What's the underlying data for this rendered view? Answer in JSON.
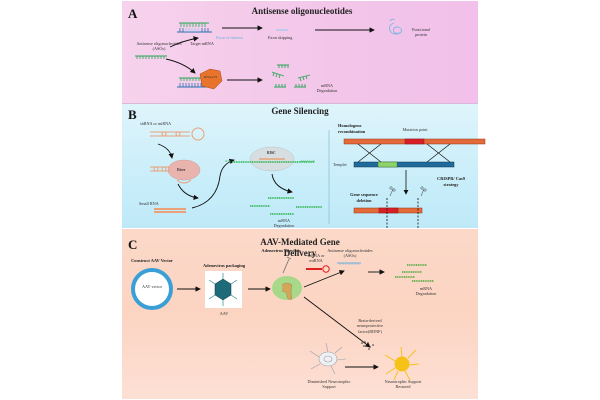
{
  "panels": {
    "a": {
      "letter": "A",
      "title": "Antisense oligonucleotides",
      "labels": {
        "asos": "Antisense oligonucleotides (ASOs)",
        "target_mrna": "Target mRNA",
        "exon_of_interest": "Exon of interest",
        "exon_skipping": "Exon skipping",
        "functional_protein": "Functional protein",
        "rnase_h": "RNase H",
        "mrna_degradation": "mRNA Degradation"
      },
      "colors": {
        "background": "#f4c8ea",
        "aso": "#2aa65a",
        "mrna": "#2a6fb0",
        "exon": "#8fc8ec",
        "rnase": "#e8732a"
      }
    },
    "b": {
      "letter": "B",
      "title": "Gene Silencing",
      "labels": {
        "shrna": "shRNA or miRNA",
        "dicer": "Dicer",
        "risc": "RISC",
        "small_rna": "Small RNA",
        "mrna_degradation": "mRNA Degradation",
        "m7g": "m7G",
        "polya": "AAAAAAA",
        "homologous": "Homologous recombination",
        "mutation_point": "Mutation point",
        "templet": "Templet",
        "crispr": "CRISPR/ Cas9 strategy",
        "gene_deletion": "Gene sequence deletion"
      },
      "colors": {
        "background": "#cdeffa",
        "hairpin": "#e9a27a",
        "dicer": "#e9b4ae",
        "green_rna": "#29b34a",
        "dna": "#e46a3a",
        "mutation": "#d81f26",
        "template": "#1f6a9a",
        "template_fix": "#8fd36b"
      }
    },
    "c": {
      "letter": "C",
      "title_line1": "AAV-Mediated Gene",
      "title_line2": "Delivery",
      "labels": {
        "construct": "Construct AAV Vector",
        "aav_vector": "AAV vector",
        "packaging": "Adenovirus packaging",
        "aav": "AAV",
        "injection": "Adenovirus injection",
        "shrna": "shRNA or miRNA",
        "asos": "Antisense oligonucleotides (ASOs)",
        "mrna_degradation": "mRNA Degradation",
        "bdnf": "Brain-derived neuroprotective factor(BDNF)",
        "diminished": "Diminished Neurotrophic Support",
        "restored": "Neurotrophic Support Restored"
      },
      "colors": {
        "background": "#fcd6c6",
        "vector_ring": "#3a9fd6",
        "virus": "#1d6a78",
        "brain": "#a8d88a",
        "hairpin": "#e02020",
        "green_rna": "#4aa83a",
        "neuron_restored": "#f6c21a",
        "neuron_diminished": "#e6e6ea"
      }
    }
  }
}
